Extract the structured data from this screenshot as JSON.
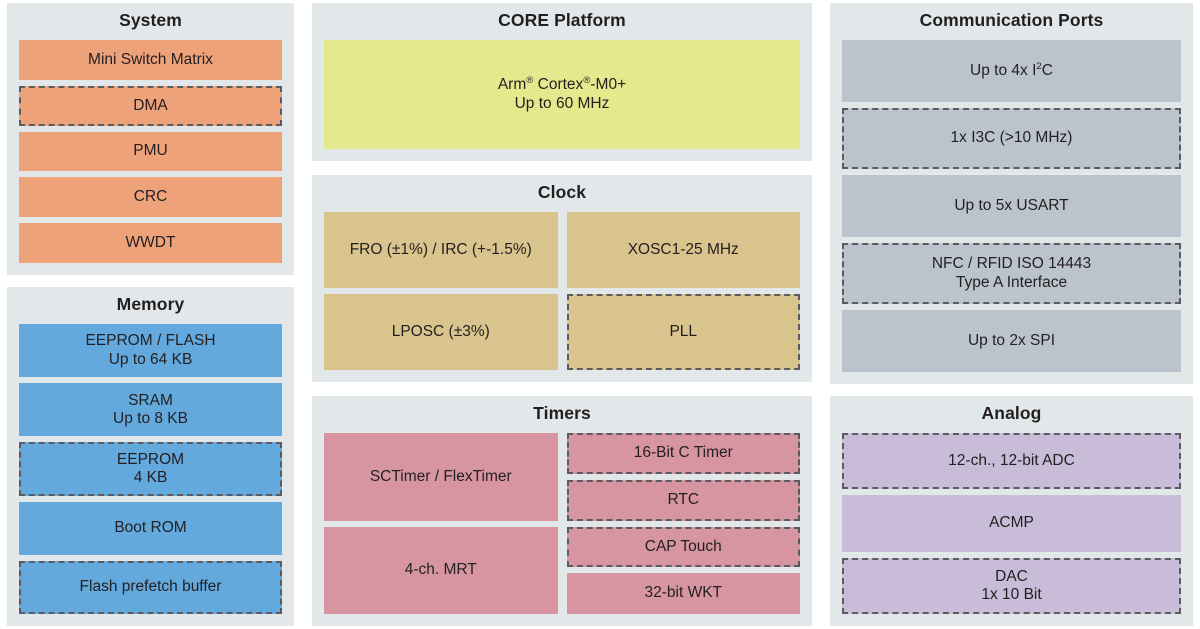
{
  "colors": {
    "panel_bg": "#e2e8ea",
    "system_block": "#eda27a",
    "memory_block": "#63a9de",
    "core_block": "#e6e88d",
    "clock_block": "#d8c48c",
    "timers_block": "#d695a1",
    "comm_block": "#bbc4cd",
    "analog_block": "#c9bcd8",
    "dashed_border": "#5b5b5f",
    "text": "#231f20"
  },
  "panels": {
    "system": {
      "title": "System",
      "blocks": [
        {
          "label": "Mini Switch Matrix",
          "dashed": false
        },
        {
          "label": "DMA",
          "dashed": true
        },
        {
          "label": "PMU",
          "dashed": false
        },
        {
          "label": "CRC",
          "dashed": false
        },
        {
          "label": "WWDT",
          "dashed": false
        }
      ]
    },
    "memory": {
      "title": "Memory",
      "blocks": [
        {
          "line1": "EEPROM / FLASH",
          "line2": "Up to 64 KB",
          "dashed": false
        },
        {
          "line1": "SRAM",
          "line2": "Up to 8 KB",
          "dashed": false
        },
        {
          "line1": "EEPROM",
          "line2": "4 KB",
          "dashed": true
        },
        {
          "line1": "Boot ROM",
          "line2": "",
          "dashed": false
        },
        {
          "line1": "Flash prefetch buffer",
          "line2": "",
          "dashed": true
        }
      ]
    },
    "core": {
      "title": "CORE Platform",
      "blocks": [
        {
          "line1_html": "Arm<sup>®</sup> Cortex<sup>®</sup>-M0+",
          "line1_text": "Arm® Cortex®-M0+",
          "line2": "Up to 60 MHz",
          "dashed": false
        }
      ]
    },
    "clock": {
      "title": "Clock",
      "left_blocks": [
        {
          "label": "FRO (±1%) / IRC (+-1.5%)",
          "dashed": false
        },
        {
          "label": "LPOSC (±3%)",
          "dashed": false
        }
      ],
      "right_blocks": [
        {
          "label": "XOSC1-25 MHz",
          "dashed": false
        },
        {
          "label": "PLL",
          "dashed": true
        }
      ]
    },
    "timers": {
      "title": "Timers",
      "left_blocks": [
        {
          "label": "SCTimer / FlexTimer",
          "dashed": false
        },
        {
          "label": "4-ch. MRT",
          "dashed": false
        }
      ],
      "right_blocks": [
        {
          "label": "16-Bit C Timer",
          "dashed": true
        },
        {
          "label": "RTC",
          "dashed": true
        },
        {
          "label": "CAP Touch",
          "dashed": true
        },
        {
          "label": "32-bit WKT",
          "dashed": false
        }
      ]
    },
    "comm": {
      "title": "Communication Ports",
      "blocks": [
        {
          "line1_html": "Up to 4x I<sup>2</sup>C",
          "line1_text": "Up to 4x I²C",
          "line2": "",
          "dashed": false
        },
        {
          "line1": "1x I3C (>10 MHz)",
          "line2": "",
          "dashed": true
        },
        {
          "line1": "Up to 5x USART",
          "line2": "",
          "dashed": false
        },
        {
          "line1": "NFC / RFID ISO 14443",
          "line2": "Type A Interface",
          "dashed": true
        },
        {
          "line1": "Up to 2x SPI",
          "line2": "",
          "dashed": false
        }
      ]
    },
    "analog": {
      "title": "Analog",
      "blocks": [
        {
          "line1": "12-ch., 12-bit ADC",
          "line2": "",
          "dashed": true
        },
        {
          "line1": "ACMP",
          "line2": "",
          "dashed": false
        },
        {
          "line1": "DAC",
          "line2": "1x 10 Bit",
          "dashed": true
        }
      ]
    }
  }
}
